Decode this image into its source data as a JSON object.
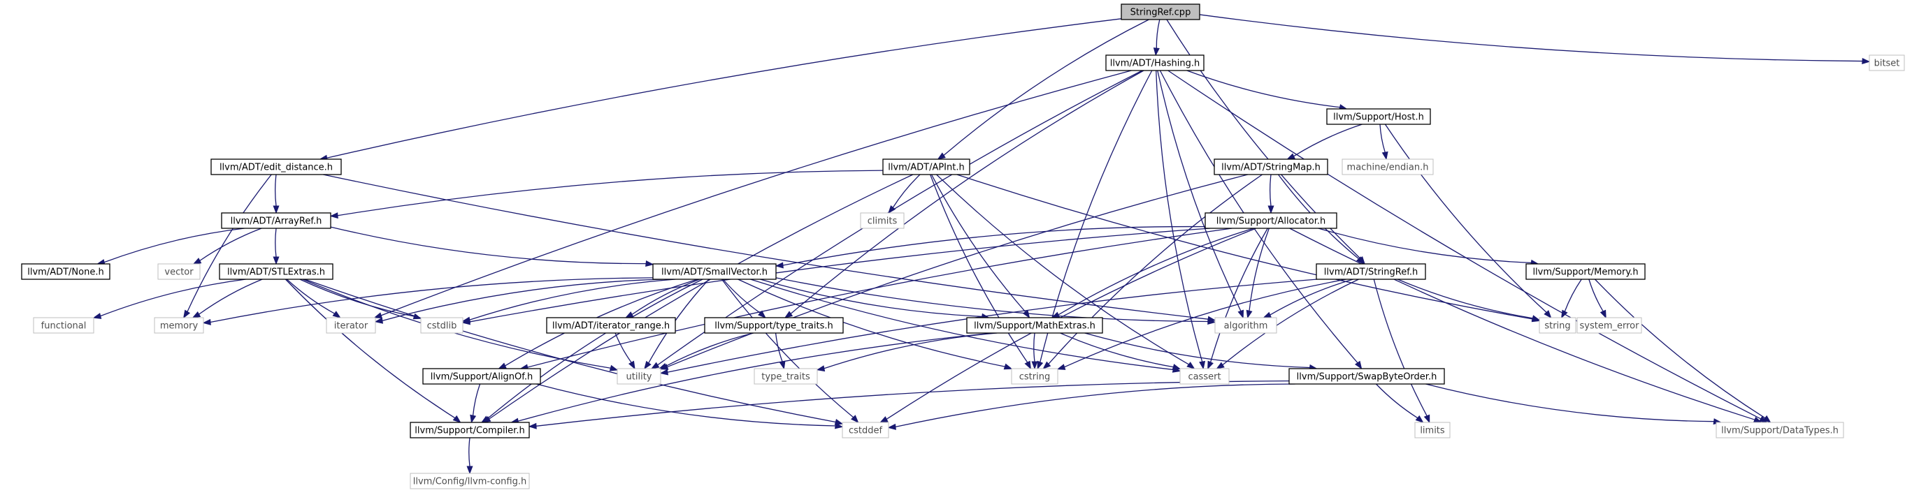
{
  "graph": {
    "nodes": [
      {
        "id": "stringref_cpp",
        "label": "StringRef.cpp",
        "kind": "root"
      },
      {
        "id": "hashing",
        "label": "llvm/ADT/Hashing.h",
        "kind": "header"
      },
      {
        "id": "bitset",
        "label": "bitset",
        "kind": "system"
      },
      {
        "id": "edit_distance",
        "label": "llvm/ADT/edit_distance.h",
        "kind": "header"
      },
      {
        "id": "apint",
        "label": "llvm/ADT/APInt.h",
        "kind": "header"
      },
      {
        "id": "host",
        "label": "llvm/Support/Host.h",
        "kind": "header"
      },
      {
        "id": "machine_endian",
        "label": "machine/endian.h",
        "kind": "system"
      },
      {
        "id": "stringmap",
        "label": "llvm/ADT/StringMap.h",
        "kind": "header"
      },
      {
        "id": "arrayref",
        "label": "llvm/ADT/ArrayRef.h",
        "kind": "header"
      },
      {
        "id": "climits",
        "label": "climits",
        "kind": "system"
      },
      {
        "id": "allocator",
        "label": "llvm/Support/Allocator.h",
        "kind": "header"
      },
      {
        "id": "none",
        "label": "llvm/ADT/None.h",
        "kind": "header"
      },
      {
        "id": "vector",
        "label": "vector",
        "kind": "system"
      },
      {
        "id": "stlextras",
        "label": "llvm/ADT/STLExtras.h",
        "kind": "header"
      },
      {
        "id": "smallvector",
        "label": "llvm/ADT/SmallVector.h",
        "kind": "header"
      },
      {
        "id": "stringref",
        "label": "llvm/ADT/StringRef.h",
        "kind": "header"
      },
      {
        "id": "memory_h",
        "label": "llvm/Support/Memory.h",
        "kind": "header"
      },
      {
        "id": "functional",
        "label": "functional",
        "kind": "system"
      },
      {
        "id": "memory",
        "label": "memory",
        "kind": "system"
      },
      {
        "id": "iterator",
        "label": "iterator",
        "kind": "system"
      },
      {
        "id": "cstdlib",
        "label": "cstdlib",
        "kind": "system"
      },
      {
        "id": "iterator_range",
        "label": "llvm/ADT/iterator_range.h",
        "kind": "header"
      },
      {
        "id": "type_traits_h",
        "label": "llvm/Support/type_traits.h",
        "kind": "header"
      },
      {
        "id": "mathextras",
        "label": "llvm/Support/MathExtras.h",
        "kind": "header"
      },
      {
        "id": "algorithm",
        "label": "algorithm",
        "kind": "system"
      },
      {
        "id": "string",
        "label": "string",
        "kind": "system"
      },
      {
        "id": "system_error",
        "label": "system_error",
        "kind": "system"
      },
      {
        "id": "utility",
        "label": "utility",
        "kind": "system"
      },
      {
        "id": "type_traits",
        "label": "type_traits",
        "kind": "system"
      },
      {
        "id": "cstring",
        "label": "cstring",
        "kind": "system"
      },
      {
        "id": "cassert",
        "label": "cassert",
        "kind": "system"
      },
      {
        "id": "swapbyteorder",
        "label": "llvm/Support/SwapByteOrder.h",
        "kind": "header"
      },
      {
        "id": "alignof",
        "label": "llvm/Support/AlignOf.h",
        "kind": "header"
      },
      {
        "id": "compiler",
        "label": "llvm/Support/Compiler.h",
        "kind": "header"
      },
      {
        "id": "cstddef",
        "label": "cstddef",
        "kind": "system"
      },
      {
        "id": "limits",
        "label": "limits",
        "kind": "system"
      },
      {
        "id": "datatypes",
        "label": "llvm/Support/DataTypes.h",
        "kind": "system"
      },
      {
        "id": "llvm_config",
        "label": "llvm/Config/llvm-config.h",
        "kind": "system"
      }
    ],
    "edges": [
      [
        "stringref_cpp",
        "hashing"
      ],
      [
        "stringref_cpp",
        "bitset"
      ],
      [
        "stringref_cpp",
        "edit_distance"
      ],
      [
        "stringref_cpp",
        "apint"
      ],
      [
        "stringref_cpp",
        "stringref"
      ],
      [
        "hashing",
        "host"
      ],
      [
        "hashing",
        "algorithm"
      ],
      [
        "hashing",
        "iterator"
      ],
      [
        "hashing",
        "utility"
      ],
      [
        "hashing",
        "cstring"
      ],
      [
        "hashing",
        "cassert"
      ],
      [
        "hashing",
        "type_traits_h"
      ],
      [
        "hashing",
        "swapbyteorder"
      ],
      [
        "hashing",
        "datatypes"
      ],
      [
        "edit_distance",
        "arrayref"
      ],
      [
        "edit_distance",
        "memory"
      ],
      [
        "edit_distance",
        "algorithm"
      ],
      [
        "apint",
        "arrayref"
      ],
      [
        "apint",
        "mathextras"
      ],
      [
        "apint",
        "climits"
      ],
      [
        "apint",
        "cstring"
      ],
      [
        "apint",
        "string"
      ],
      [
        "apint",
        "cassert"
      ],
      [
        "apint",
        "compiler"
      ],
      [
        "host",
        "stringmap"
      ],
      [
        "host",
        "machine_endian"
      ],
      [
        "host",
        "string"
      ],
      [
        "stringmap",
        "stringref"
      ],
      [
        "stringmap",
        "allocator"
      ],
      [
        "stringmap",
        "utility"
      ],
      [
        "stringmap",
        "cstring"
      ],
      [
        "arrayref",
        "none"
      ],
      [
        "arrayref",
        "smallvector"
      ],
      [
        "arrayref",
        "vector"
      ],
      [
        "arrayref",
        "stlextras"
      ],
      [
        "allocator",
        "smallvector"
      ],
      [
        "allocator",
        "mathextras"
      ],
      [
        "allocator",
        "memory_h"
      ],
      [
        "allocator",
        "algorithm"
      ],
      [
        "allocator",
        "cassert"
      ],
      [
        "allocator",
        "cstddef"
      ],
      [
        "allocator",
        "cstdlib"
      ],
      [
        "allocator",
        "alignof"
      ],
      [
        "allocator",
        "datatypes"
      ],
      [
        "stlextras",
        "functional"
      ],
      [
        "stlextras",
        "memory"
      ],
      [
        "stlextras",
        "iterator"
      ],
      [
        "stlextras",
        "cstdlib"
      ],
      [
        "stlextras",
        "utility"
      ],
      [
        "stlextras",
        "cstddef"
      ],
      [
        "stlextras",
        "compiler"
      ],
      [
        "smallvector",
        "memory"
      ],
      [
        "smallvector",
        "iterator"
      ],
      [
        "smallvector",
        "cstdlib"
      ],
      [
        "smallvector",
        "iterator_range"
      ],
      [
        "smallvector",
        "type_traits_h"
      ],
      [
        "smallvector",
        "mathextras"
      ],
      [
        "smallvector",
        "algorithm"
      ],
      [
        "smallvector",
        "cassert"
      ],
      [
        "smallvector",
        "cstring"
      ],
      [
        "smallvector",
        "alignof"
      ],
      [
        "smallvector",
        "compiler"
      ],
      [
        "smallvector",
        "cstddef"
      ],
      [
        "smallvector",
        "utility"
      ],
      [
        "stringref",
        "algorithm"
      ],
      [
        "stringref",
        "string"
      ],
      [
        "stringref",
        "limits"
      ],
      [
        "stringref",
        "cassert"
      ],
      [
        "stringref",
        "cstring"
      ],
      [
        "stringref",
        "utility"
      ],
      [
        "memory_h",
        "string"
      ],
      [
        "memory_h",
        "system_error"
      ],
      [
        "memory_h",
        "datatypes"
      ],
      [
        "iterator_range",
        "utility"
      ],
      [
        "type_traits_h",
        "utility"
      ],
      [
        "type_traits_h",
        "type_traits"
      ],
      [
        "mathextras",
        "cstring"
      ],
      [
        "mathextras",
        "cassert"
      ],
      [
        "mathextras",
        "type_traits"
      ],
      [
        "mathextras",
        "swapbyteorder"
      ],
      [
        "mathextras",
        "compiler"
      ],
      [
        "swapbyteorder",
        "cstddef"
      ],
      [
        "swapbyteorder",
        "limits"
      ],
      [
        "swapbyteorder",
        "compiler"
      ],
      [
        "swapbyteorder",
        "datatypes"
      ],
      [
        "alignof",
        "cstddef"
      ],
      [
        "alignof",
        "compiler"
      ],
      [
        "compiler",
        "llvm_config"
      ]
    ]
  }
}
